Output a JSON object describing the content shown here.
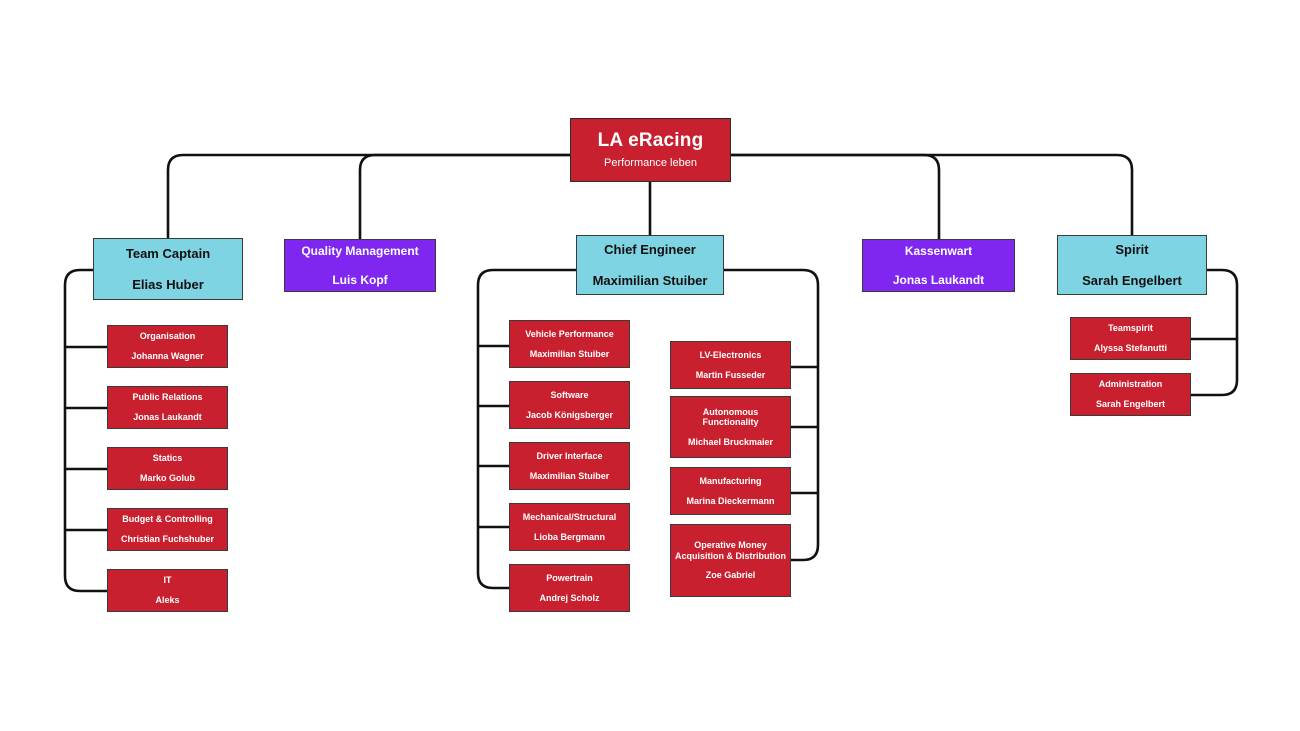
{
  "colors": {
    "red": "#C8202F",
    "cyan": "#7FD4E3",
    "purple": "#7F27F0",
    "line": "#111111",
    "background": "#FFFFFF"
  },
  "root": {
    "title": "LA eRacing",
    "person": "Performance leben"
  },
  "level2": [
    {
      "key": "team-captain",
      "title": "Team Captain",
      "person": "Elias Huber",
      "color": "cyan"
    },
    {
      "key": "quality-management",
      "title": "Quality Management",
      "person": "Luis Kopf",
      "color": "purple"
    },
    {
      "key": "chief-engineer",
      "title": "Chief Engineer",
      "person": "Maximilian Stuiber",
      "color": "cyan"
    },
    {
      "key": "kassenwart",
      "title": "Kassenwart",
      "person": "Jonas Laukandt",
      "color": "purple"
    },
    {
      "key": "spirit",
      "title": "Spirit",
      "person": "Sarah Engelbert",
      "color": "cyan"
    }
  ],
  "team_captain_children": [
    {
      "title": "Organisation",
      "person": "Johanna Wagner"
    },
    {
      "title": "Public Relations",
      "person": "Jonas Laukandt"
    },
    {
      "title": "Statics",
      "person": "Marko Golub"
    },
    {
      "title": "Budget & Controlling",
      "person": "Christian Fuchshuber"
    },
    {
      "title": "IT",
      "person": "Aleks"
    }
  ],
  "chief_engineer_left_children": [
    {
      "title": "Vehicle Performance",
      "person": "Maximilian Stuiber"
    },
    {
      "title": "Software",
      "person": "Jacob Königsberger"
    },
    {
      "title": "Driver Interface",
      "person": "Maximilian Stuiber"
    },
    {
      "title": "Mechanical/Structural",
      "person": "Lioba Bergmann"
    },
    {
      "title": "Powertrain",
      "person": "Andrej Scholz"
    }
  ],
  "chief_engineer_right_children": [
    {
      "title": "LV-Electronics",
      "person": "Martin Fusseder"
    },
    {
      "title": "Autonomous Functionality",
      "person": "Michael Bruckmaier"
    },
    {
      "title": "Manufacturing",
      "person": "Marina Dieckermann"
    },
    {
      "title": "Operative Money Acquisition & Distribution",
      "person": "Zoe Gabriel"
    }
  ],
  "spirit_children": [
    {
      "title": "Teamspirit",
      "person": "Alyssa Stefanutti"
    },
    {
      "title": "Administration",
      "person": "Sarah Engelbert"
    }
  ]
}
